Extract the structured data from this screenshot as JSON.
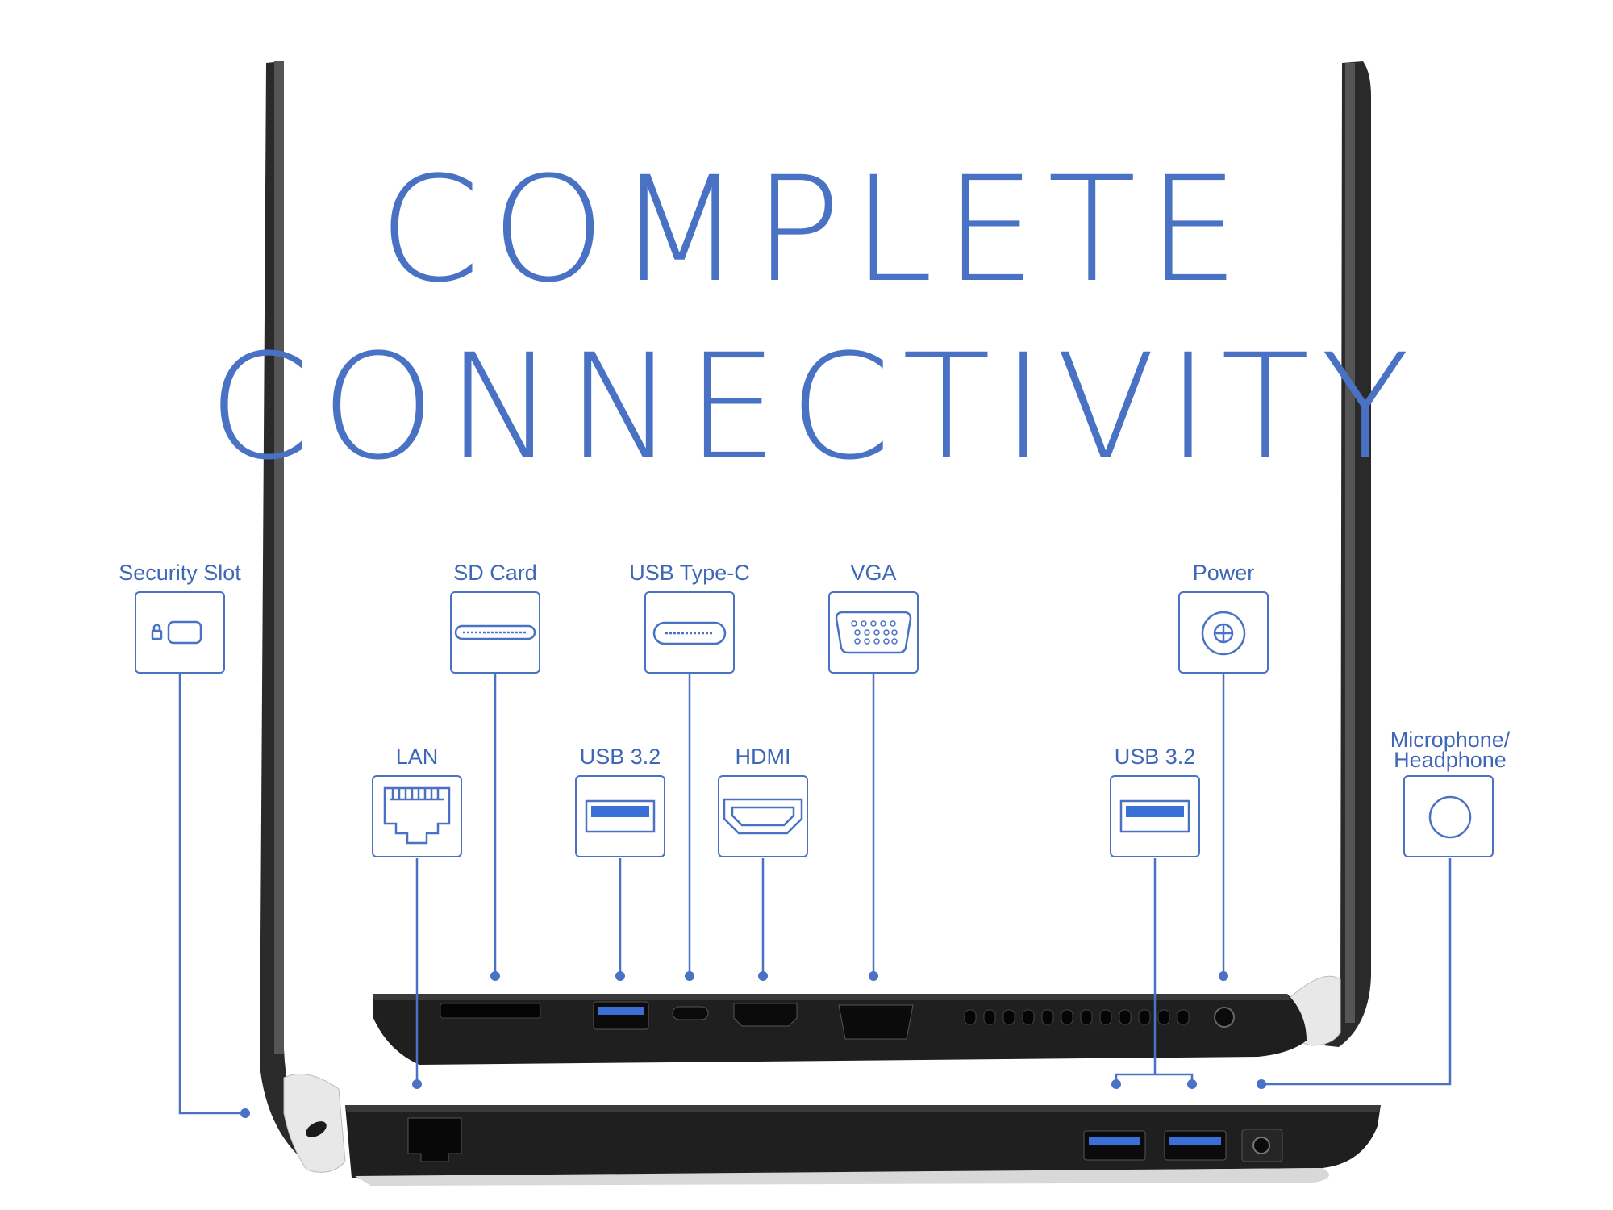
{
  "title": {
    "line1": "COMPLETE",
    "line2": "CONNECTIVITY"
  },
  "colors": {
    "accent": "#4a72c4",
    "laptop_body": "#1f1f1f",
    "laptop_edge": "#3a3a3a",
    "hinge": "#e8e8e8",
    "usb_blue": "#3a6fd8"
  },
  "ports": {
    "security_slot": {
      "label": "Security Slot",
      "icon": "lock-slot-icon"
    },
    "sd_card": {
      "label": "SD Card",
      "icon": "sd-card-slot-icon"
    },
    "usb_type_c": {
      "label": "USB Type-C",
      "icon": "usb-c-port-icon"
    },
    "vga": {
      "label": "VGA",
      "icon": "vga-port-icon"
    },
    "power": {
      "label": "Power",
      "icon": "power-jack-icon"
    },
    "lan": {
      "label": "LAN",
      "icon": "ethernet-port-icon"
    },
    "usb_left": {
      "label": "USB 3.2",
      "icon": "usb-a-port-icon"
    },
    "hdmi": {
      "label": "HDMI",
      "icon": "hdmi-port-icon"
    },
    "usb_right": {
      "label": "USB 3.2",
      "icon": "usb-a-port-icon"
    },
    "audio": {
      "label_line1": "Microphone/",
      "label_line2": "Headphone",
      "icon": "audio-jack-icon"
    }
  }
}
